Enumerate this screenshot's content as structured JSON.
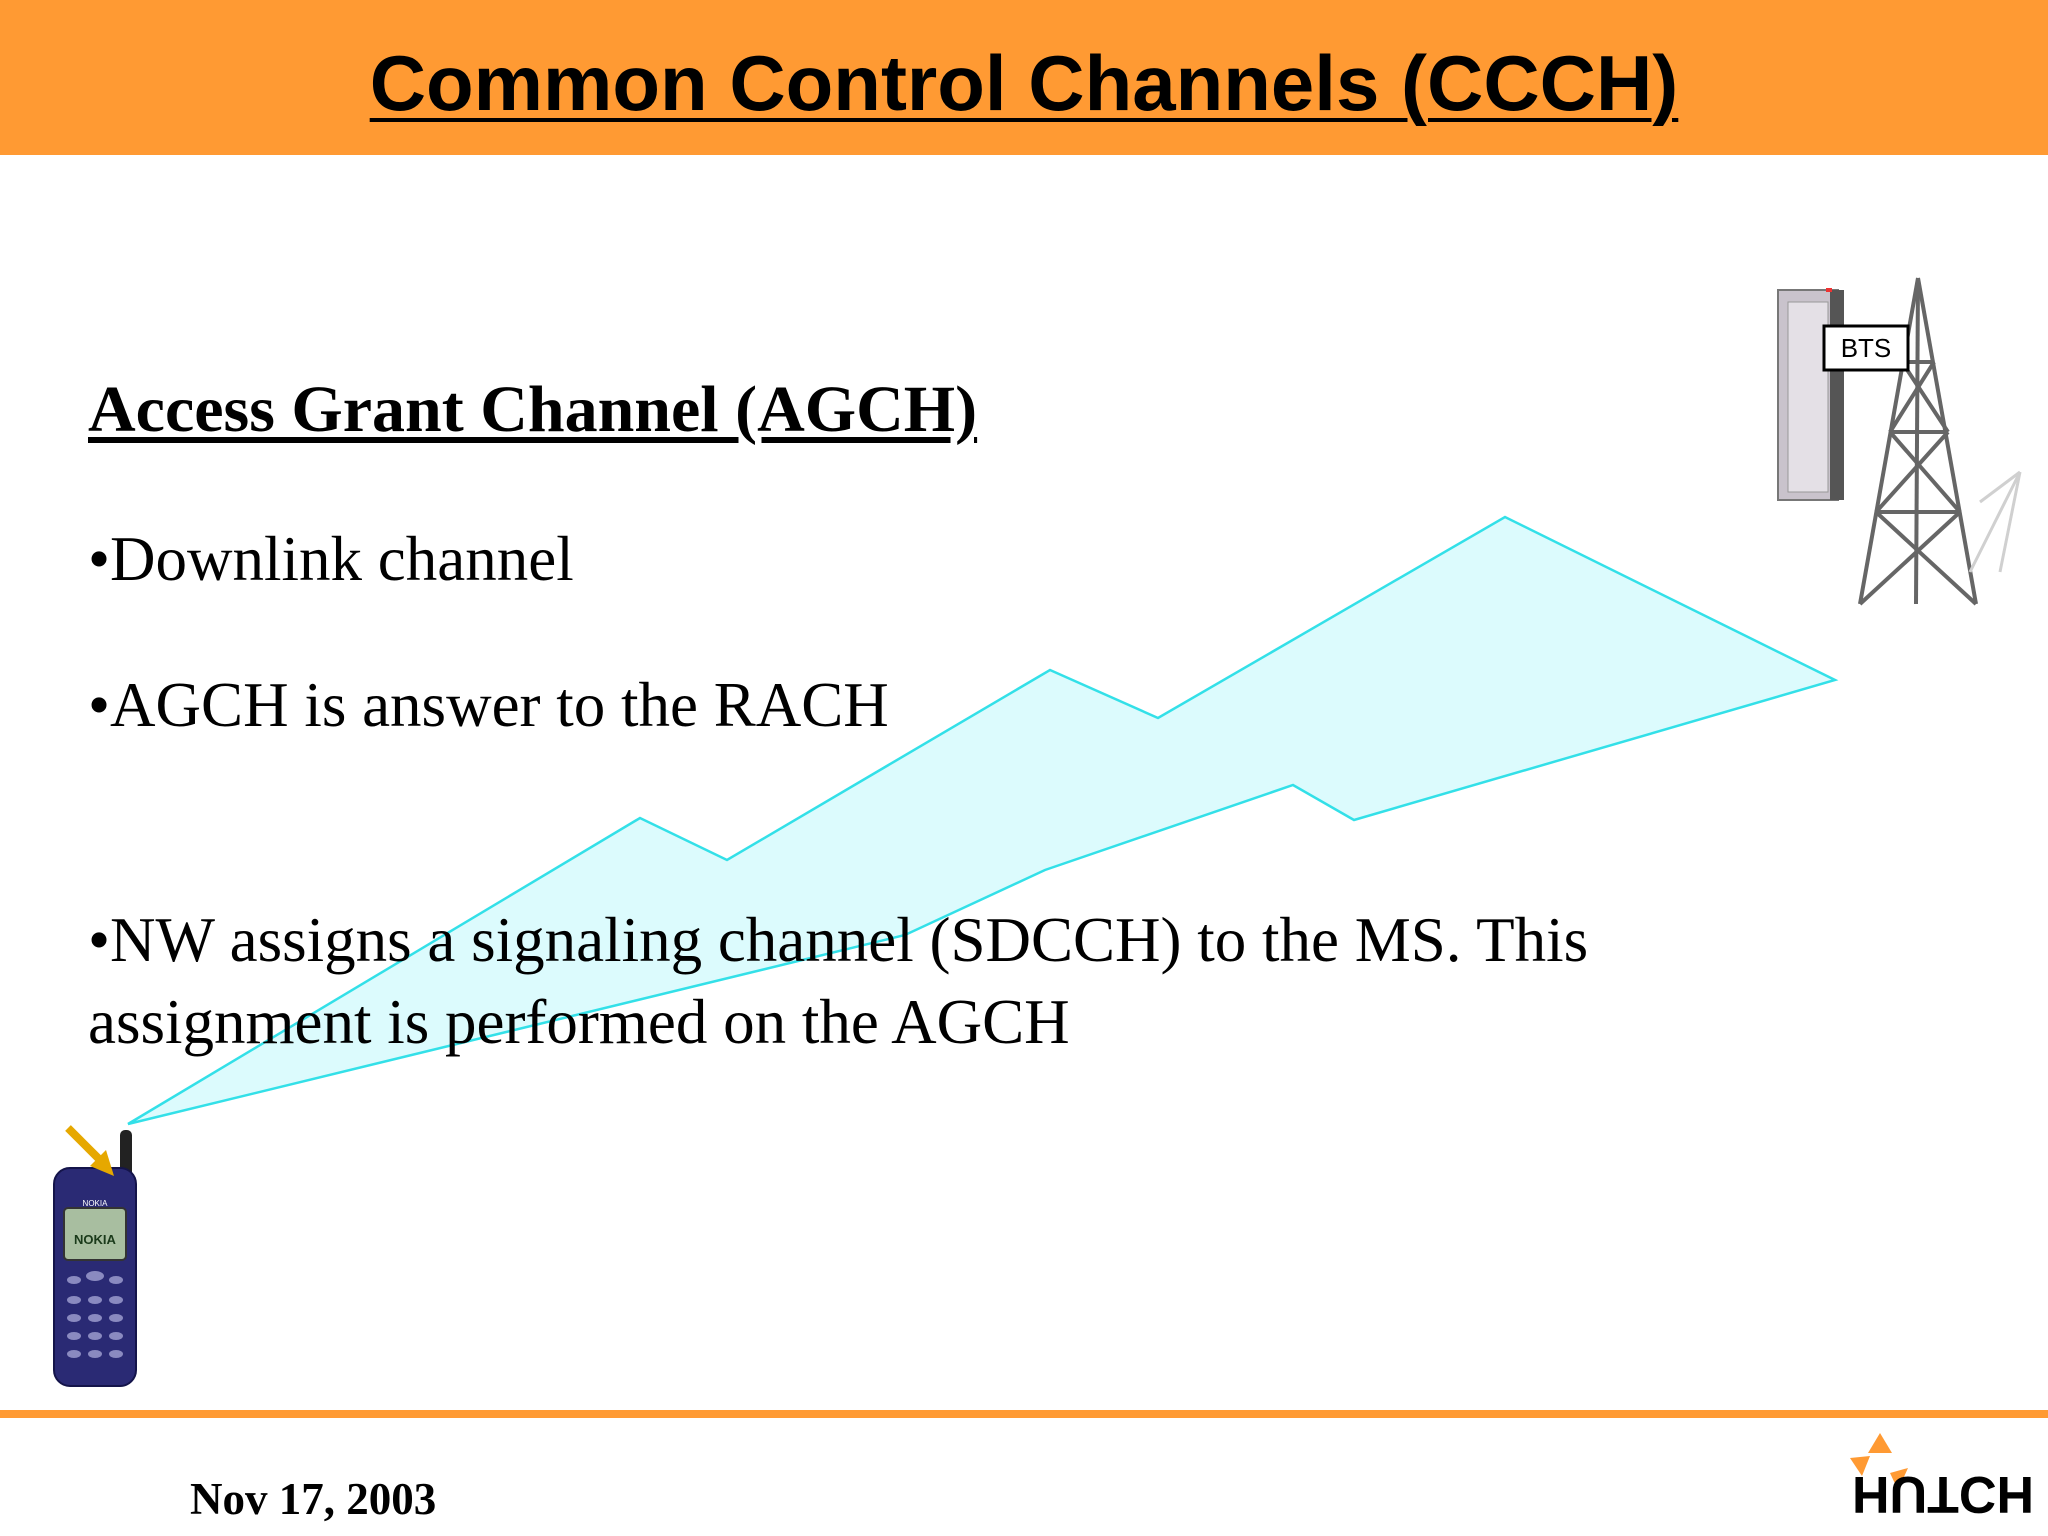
{
  "header": {
    "title": "Common Control Channels (CCCH)",
    "background_color": "#ff9a33"
  },
  "main": {
    "heading": "Access Grant Channel (AGCH)",
    "bullets": [
      "•Downlink channel",
      "•AGCH is answer to the RACH",
      "•NW assigns a signaling channel (SDCCH) to the MS. This",
      "assignment is performed on the AGCH"
    ]
  },
  "diagram": {
    "bts_label": "BTS",
    "phone_brand": "NOKIA",
    "beam_color": "#33e0e8",
    "beam_fill": "#dcfbfd"
  },
  "footer": {
    "date": "Nov 17, 2003",
    "logo_text": "HUTCH",
    "accent_color": "#ff9a33"
  }
}
